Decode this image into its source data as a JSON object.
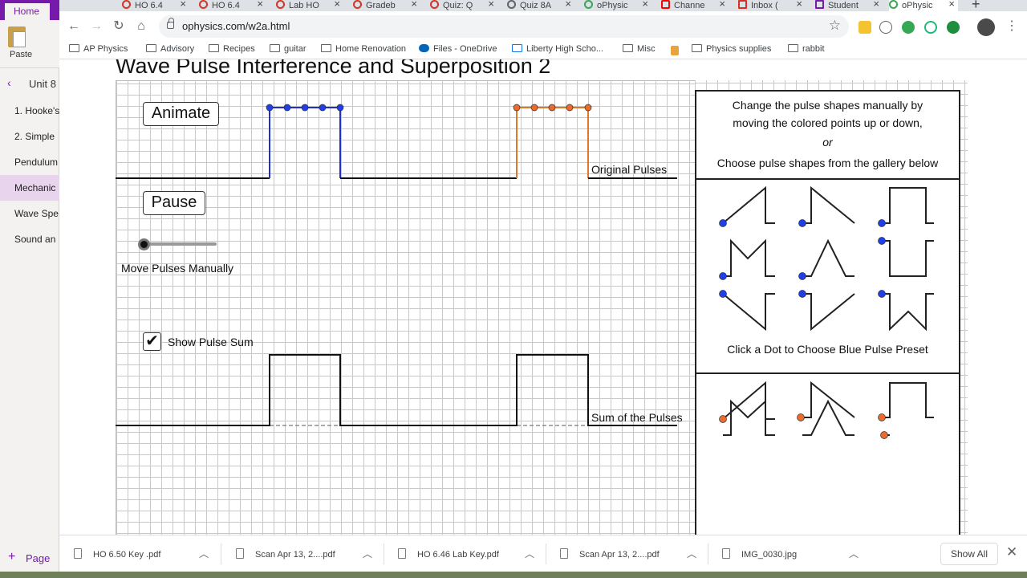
{
  "onenote": {
    "ribbon_tab": "Home",
    "paste_label": "Paste",
    "section": "Unit 8",
    "pages": [
      "1. Hooke's",
      "2. Simple",
      "Pendulum",
      "Mechanic",
      "Wave Spe",
      "Sound an"
    ],
    "add_page_label": "Page"
  },
  "tabs": [
    "HO 6.4",
    "HO 6.4",
    "Lab HO",
    "Gradeb",
    "Quiz: Q",
    "Quiz 8A",
    "oPhysic",
    "Channe",
    "Inbox (",
    "Student",
    "oPhysic"
  ],
  "address_bar": {
    "url": "ophysics.com/w2a.html"
  },
  "bookmarks": [
    "AP Physics",
    "Advisory",
    "Recipes",
    "guitar",
    "Home Renovation",
    "Files - OneDrive",
    "Liberty High Scho...",
    "Misc",
    "Physics supplies",
    "rabbit"
  ],
  "applet": {
    "heading": "Wave Pulse Interference and Superposition 2",
    "animate_label": "Animate",
    "pause_label": "Pause",
    "manual_label": "Move Pulses Manually",
    "show_sum_label": "Show Pulse Sum",
    "show_sum_checked": true,
    "check_glyph": "✔",
    "original_label": "Original Pulses",
    "sum_label": "Sum of the Pulses",
    "instructions": {
      "line1": "Change the pulse shapes manually by",
      "line2": "moving the colored points up or down,",
      "or": "or",
      "line3": "Choose pulse shapes from the gallery below"
    },
    "blue_preset_caption": "Click a Dot to Choose Blue Pulse Preset",
    "colors": {
      "blue": "#1f2fd0",
      "orange": "#e0782a",
      "blue_dot": "#1f3fe8",
      "orange_dot": "#ea6b2c"
    }
  },
  "downloads": {
    "items": [
      "HO 6.50 Key .pdf",
      "Scan Apr 13, 2....pdf",
      "HO 6.46 Lab Key.pdf",
      "Scan Apr 13, 2....pdf",
      "IMG_0030.jpg"
    ],
    "show_all": "Show All"
  }
}
